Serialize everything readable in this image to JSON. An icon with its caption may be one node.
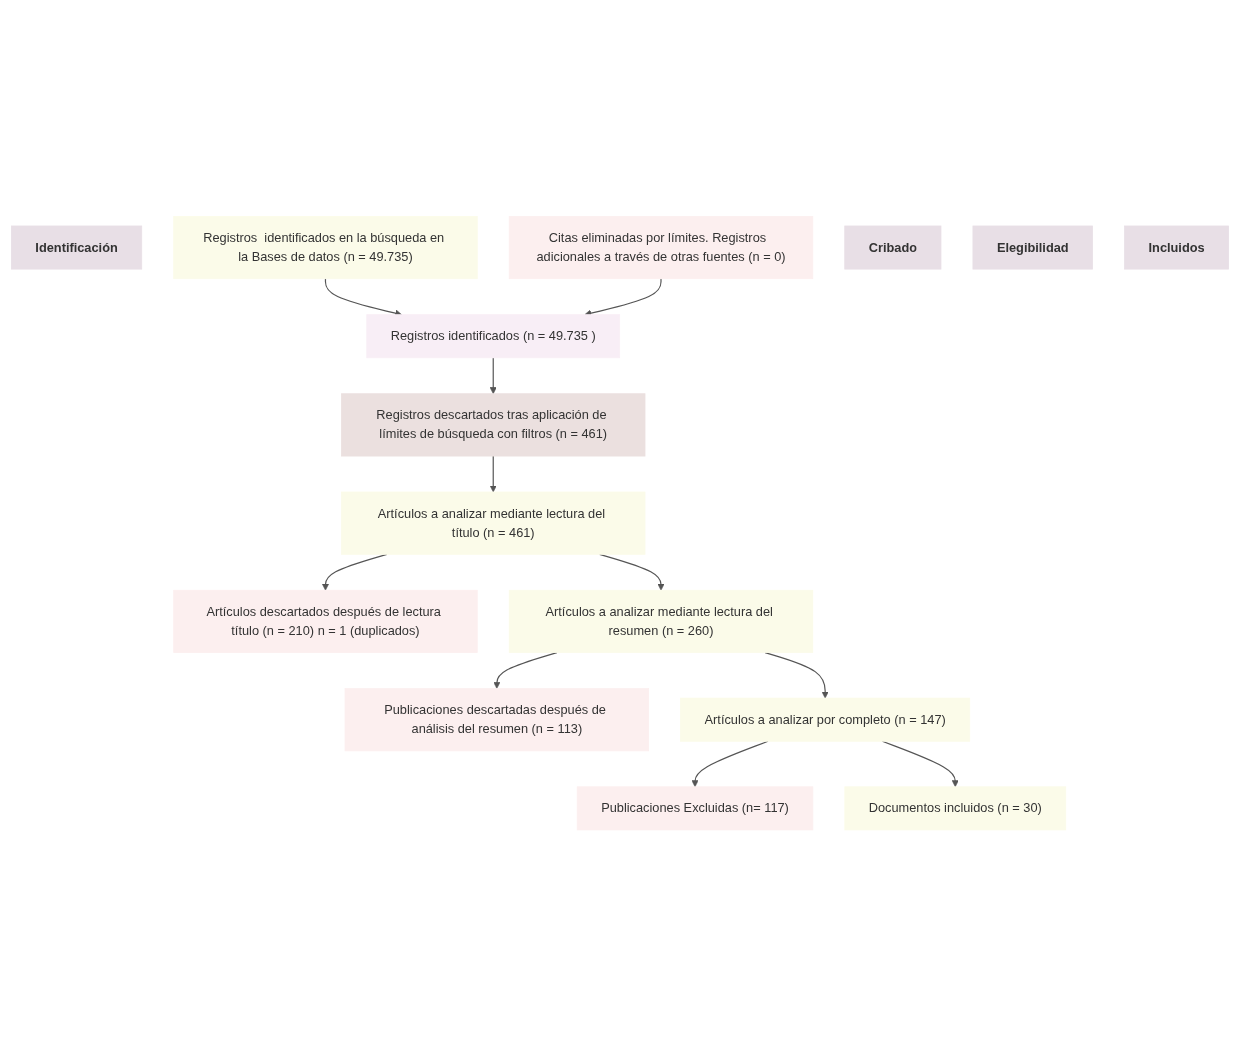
{
  "diagram": {
    "nodes": [
      {
        "text": [
          "Identificación"
        ]
      },
      {
        "text": [
          "Registros  identificados en la búsqueda en la Bases de datos (n = 49.735)"
        ]
      },
      {
        "text": [
          "Citas eliminadas por límites. Registros  adicionales a través de otras fuentes (n = 0)"
        ]
      },
      {
        "text": [
          "Registros identificados (n = 49.735 )"
        ]
      },
      {
        "text": [
          "Cribado"
        ]
      },
      {
        "text": [
          "Registros descartados tras aplicación de límites de búsqueda con filtros (n = 461)"
        ]
      },
      {
        "text": [
          "Elegibilidad"
        ]
      },
      {
        "text": [
          "Artículos a analizar mediante lectura del título (n = 461)"
        ]
      },
      {
        "text": [
          "Artículos descartados después de lectura título (n = 210) n = 1 (duplicados)"
        ]
      },
      {
        "text": [
          "Artículos a analizar mediante lectura del resumen (n = 260)"
        ]
      },
      {
        "text": [
          "Publicaciones descartadas después de análisis del resumen (n = 113)"
        ]
      },
      {
        "text": [
          "Incluidos"
        ]
      },
      {
        "text": [
          "Artículos a analizar por completo (n = 147)"
        ]
      },
      {
        "text": [
          "Publicaciones Excluidas (n= 117)"
        ]
      },
      {
        "text": [
          "Documentos incluidos (n = 30)"
        ]
      }
    ],
    "edges": [
      {
        "from": 1,
        "to": 3,
        "arrow": "to"
      },
      {
        "from": 2,
        "to": 3,
        "arrow": "to"
      },
      {
        "from": 3,
        "to": 5,
        "arrow": "to"
      },
      {
        "from": 5,
        "to": 7,
        "arrow": "to"
      },
      {
        "from": 7,
        "to": 8,
        "arrow": "to"
      },
      {
        "from": 7,
        "to": 9,
        "arrow": "to"
      },
      {
        "from": 9,
        "to": 10,
        "arrow": "to"
      },
      {
        "from": 9,
        "to": 12,
        "arrow": "to"
      },
      {
        "from": 12,
        "to": 13,
        "arrow": "to"
      },
      {
        "from": 12,
        "to": 14,
        "arrow": "to"
      }
    ]
  }
}
